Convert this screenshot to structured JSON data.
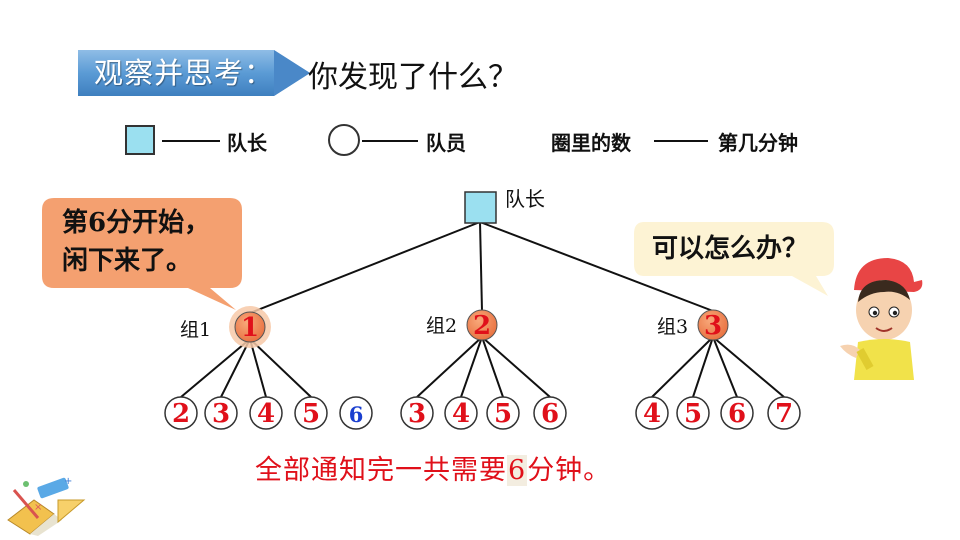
{
  "title": {
    "banner": "观察并思考：",
    "question": "你发现了什么？"
  },
  "legend": {
    "leader": "队长",
    "member": "队员",
    "number_label": "圈里的数",
    "number_meaning": "第几分钟"
  },
  "tree": {
    "leader_label": "队长",
    "groups": [
      {
        "label": "组1",
        "number": "1",
        "children": [
          "2",
          "3",
          "4",
          "5",
          "6"
        ]
      },
      {
        "label": "组2",
        "number": "2",
        "children": [
          "3",
          "4",
          "5",
          "6"
        ]
      },
      {
        "label": "组3",
        "number": "3",
        "children": [
          "4",
          "5",
          "6",
          "7"
        ]
      }
    ]
  },
  "bubbles": {
    "left_line1": "第6分开始，",
    "left_line2": "闲下来了。",
    "right": "可以怎么办？"
  },
  "conclusion": {
    "before": "全部通知完一共需要",
    "highlight": "6",
    "after": "分钟。"
  },
  "colors": {
    "banner_blue": "#5b9bd5",
    "leader_square": "#9be0f0",
    "group_node": "#f0805a",
    "number_red": "#e0101a",
    "number_blue": "#1a3fcf",
    "bubble_fill": "#f4a070",
    "bubble_right_fill": "#fdf3d4"
  },
  "icons": [
    "stationery-icon",
    "boy-character-icon"
  ]
}
